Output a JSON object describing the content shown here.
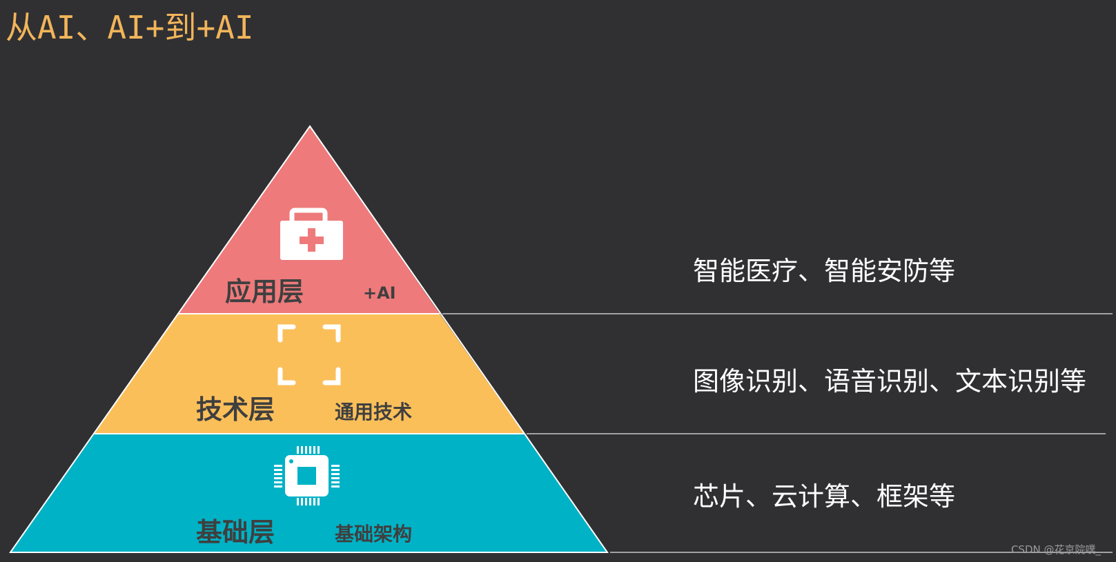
{
  "title": "从AI、AI+到+AI",
  "colors": {
    "background": "#303033",
    "title": "#f2b55a",
    "application_layer": "#ee7a7b",
    "technology_layer": "#fbbf5a",
    "foundation_layer": "#00b2c6",
    "label_text": "#3f3f3f",
    "divider": "#c8c8c8"
  },
  "pyramid": {
    "layers": [
      {
        "name": "应用层",
        "tag": "+AI",
        "icon": "medical-kit-icon",
        "description": "智能医疗、智能安防等"
      },
      {
        "name": "技术层",
        "tag": "通用技术",
        "icon": "focus-frame-icon",
        "description": "图像识别、语音识别、文本识别等"
      },
      {
        "name": "基础层",
        "tag": "基础架构",
        "icon": "cpu-chip-icon",
        "description": "芯片、云计算、框架等"
      }
    ]
  },
  "watermark": "CSDN @花京院噗_"
}
